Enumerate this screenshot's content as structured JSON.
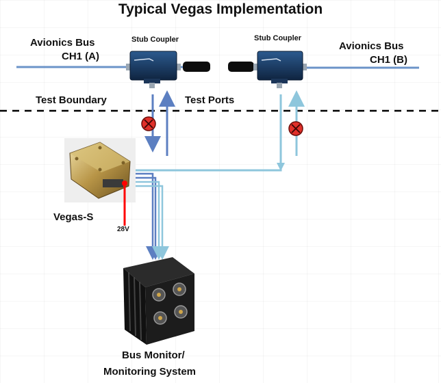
{
  "title": "Typical Vegas Implementation",
  "bus_a": {
    "line1": "Avionics  Bus",
    "line2": "CH1 (A)"
  },
  "bus_b": {
    "line1": "Avionics  Bus",
    "line2": "CH1 (B)"
  },
  "stub_coupler_left": "Stub Coupler",
  "stub_coupler_right": "Stub Coupler",
  "test_boundary": "Test Boundary",
  "test_ports": "Test Ports",
  "vegas": {
    "label": "Vegas-S",
    "voltage": "28V"
  },
  "monitor": {
    "line1": "Bus Monitor/",
    "line2": "Monitoring System"
  },
  "colors": {
    "bus_line": "#6b93c8",
    "dark_blue_line": "#5c7fc1",
    "light_blue_line": "#8ec6dc",
    "power_line": "#ff0000",
    "coupler": "#1c3a63",
    "boundary": "#000000"
  }
}
